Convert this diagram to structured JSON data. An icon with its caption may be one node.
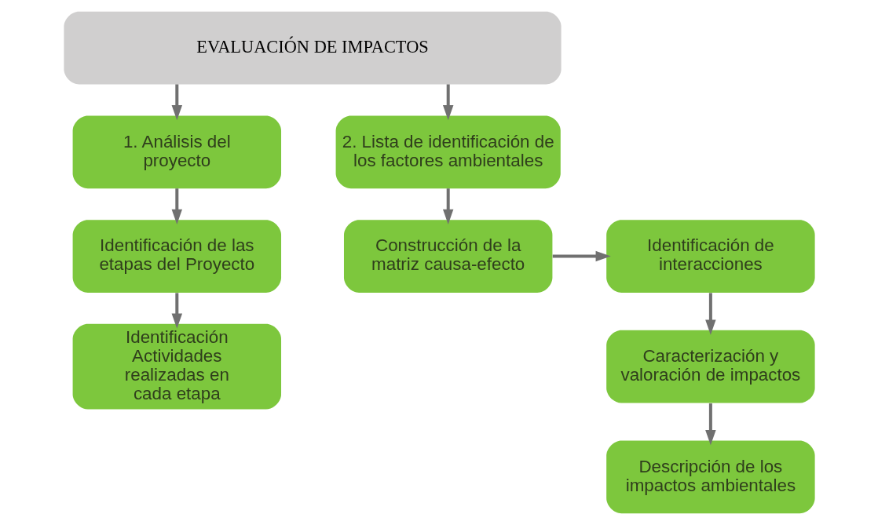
{
  "diagram": {
    "nodes": [
      {
        "text": [
          "EVALUACIÓN DE IMPACTOS"
        ]
      },
      {
        "text": [
          "1. Análisis del proyecto"
        ]
      },
      {
        "text": [
          "Identificación de las etapas del Proyecto"
        ]
      },
      {
        "text": [
          "Identificación Actividades realizadas en cada etapa"
        ]
      },
      {
        "text": [
          "2. Lista de identificación de los factores ambientales"
        ]
      },
      {
        "text": [
          "Construcción de la matriz causa-efecto"
        ]
      },
      {
        "text": [
          "Identificación de interacciones"
        ]
      },
      {
        "text": [
          "Caracterización y valoración de impactos"
        ]
      },
      {
        "text": [
          "Descripción de los impactos ambientales"
        ]
      }
    ],
    "edges": [
      {
        "from": 0,
        "to": 1,
        "arrow": "to"
      },
      {
        "from": 0,
        "to": 4,
        "arrow": "to"
      },
      {
        "from": 1,
        "to": 2,
        "arrow": "to"
      },
      {
        "from": 2,
        "to": 3,
        "arrow": "to"
      },
      {
        "from": 4,
        "to": 5,
        "arrow": "to"
      },
      {
        "from": 5,
        "to": 6,
        "arrow": "to"
      },
      {
        "from": 6,
        "to": 7,
        "arrow": "to"
      },
      {
        "from": 7,
        "to": 8,
        "arrow": "to"
      }
    ]
  }
}
